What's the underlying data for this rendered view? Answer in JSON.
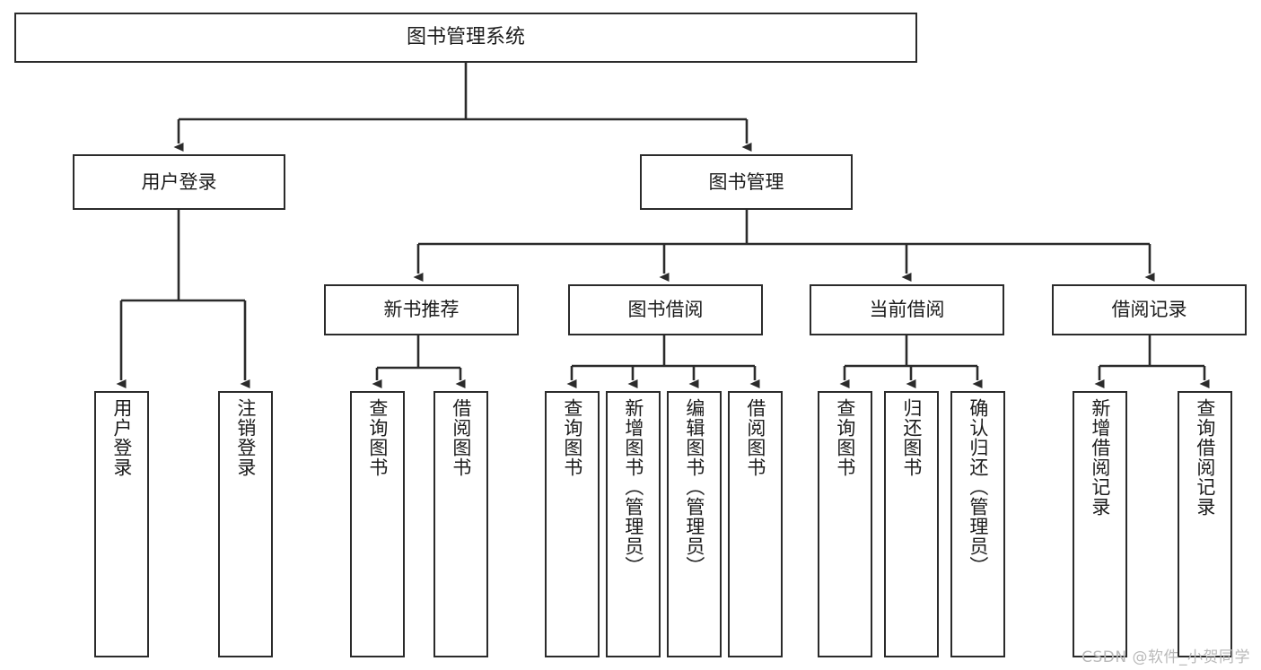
{
  "diagram": {
    "type": "tree",
    "title": "图书管理系统",
    "orientation": "top-down",
    "colors": {
      "box_border": "#2b2b2b",
      "box_fill": "#ffffff",
      "connector": "#2b2b2b",
      "text": "#1c1c1c",
      "watermark": "#b9b9b9"
    },
    "root": {
      "label": "图书管理系统"
    },
    "level2": [
      {
        "label": "用户登录"
      },
      {
        "label": "图书管理"
      }
    ],
    "level3": [
      {
        "label": "新书推荐"
      },
      {
        "label": "图书借阅"
      },
      {
        "label": "当前借阅"
      },
      {
        "label": "借阅记录"
      }
    ],
    "leaves": {
      "user_login": [
        {
          "label": "用户登录"
        },
        {
          "label": "注销登录"
        }
      ],
      "new_book_recommend": [
        {
          "label": "查询图书"
        },
        {
          "label": "借阅图书"
        }
      ],
      "book_borrow": [
        {
          "label": "查询图书"
        },
        {
          "label": "新增图书（管理员）"
        },
        {
          "label": "编辑图书（管理员）"
        },
        {
          "label": "借阅图书"
        }
      ],
      "current_borrow": [
        {
          "label": "查询图书"
        },
        {
          "label": "归还图书"
        },
        {
          "label": "确认归还（管理员）"
        }
      ],
      "borrow_record": [
        {
          "label": "新增借阅记录"
        },
        {
          "label": "查询借阅记录"
        }
      ]
    }
  },
  "watermark": {
    "text": "CSDN @软件_小贺同学"
  }
}
